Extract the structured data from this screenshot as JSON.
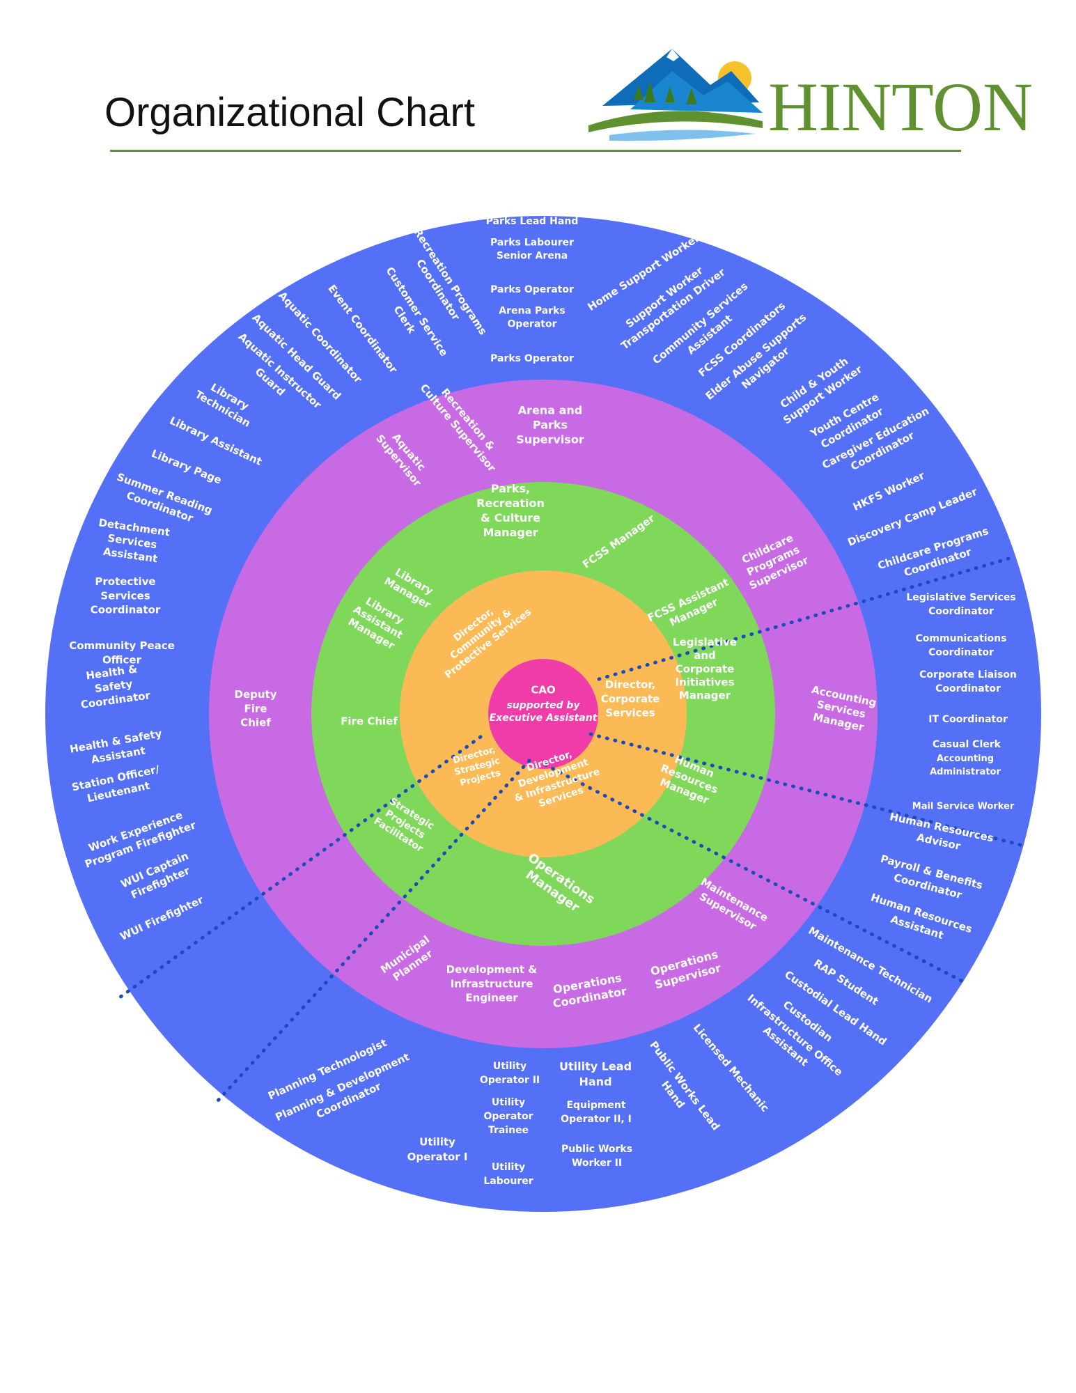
{
  "header": {
    "title": "Organizational Chart",
    "logo_text": "HINTON",
    "accent_color": "#6a8e2c"
  },
  "colors": {
    "outer_ring": "#5470f6",
    "third_ring": "#c86ae3",
    "second_ring": "#7fd85a",
    "first_ring": "#fbba55",
    "center": "#ef3ca9",
    "divider": "#1a4bb8"
  },
  "center": {
    "title": "CAO",
    "subtitle_line1": "supported by",
    "subtitle_line2": "Executive Assistant"
  },
  "directors": {
    "community": [
      "Director,",
      "Community &",
      "Protective Services"
    ],
    "corporate": [
      "Director,",
      "Corporate",
      "Services"
    ],
    "strategic": [
      "Director,",
      "Strategic",
      "Projects"
    ],
    "development": [
      "Director,",
      "Development",
      "& Infrastructure",
      "Services"
    ]
  },
  "managers": {
    "parks": [
      "Parks,",
      "Recreation",
      "& Culture",
      "Manager"
    ],
    "fcss": [
      "FCSS Manager"
    ],
    "fcss_assistant": [
      "FCSS Assistant",
      "Manager"
    ],
    "legislative": [
      "Legislative",
      "and",
      "Corporate",
      "Initiatives",
      "Manager"
    ],
    "hr": [
      "Human",
      "Resources",
      "Manager"
    ],
    "operations": [
      "Operations",
      "Manager"
    ],
    "strategic_facilitator": [
      "Strategic",
      "Projects",
      "Facilitator"
    ],
    "fire_chief": [
      "Fire Chief"
    ],
    "library_assistant": [
      "Library",
      "Assistant",
      "Manager"
    ],
    "library": [
      "Library",
      "Manager"
    ]
  },
  "supervisors": {
    "arena": [
      "Arena and",
      "Parks",
      "Supervisor"
    ],
    "recreation": [
      "Recreation &",
      "Culture Supervisor"
    ],
    "aquatic": [
      "Aquatic",
      "Supervisor"
    ],
    "childcare": [
      "Childcare",
      "Programs",
      "Supervisor"
    ],
    "accounting": [
      "Accounting",
      "Services",
      "Manager"
    ],
    "maintenance": [
      "Maintenance",
      "Supervisor"
    ],
    "ops_supervisor": [
      "Operations",
      "Supervisor"
    ],
    "ops_coordinator": [
      "Operations",
      "Coordinator"
    ],
    "dev_engineer": [
      "Development &",
      "Infrastructure",
      "Engineer"
    ],
    "municipal_planner": [
      "Municipal",
      "Planner"
    ],
    "deputy_fire": [
      "Deputy",
      "Fire",
      "Chief"
    ]
  },
  "staff": {
    "parks_lead": "Parks Lead Hand",
    "parks_labourer": [
      "Parks Labourer",
      "Senior Arena"
    ],
    "parks_operator_1": "Parks Operator",
    "arena_parks_operator": [
      "Arena Parks",
      "Operator"
    ],
    "parks_operator_2": "Parks Operator",
    "rec_programs": [
      "Recreation Programs",
      "Coordinator"
    ],
    "customer_service": [
      "Customer Service",
      "Clerk"
    ],
    "event_coordinator": "Event Coordinator",
    "aquatic_coordinator": "Aquatic Coordinator",
    "aquatic_head_guard": "Aquatic Head Guard",
    "aquatic_instructor": [
      "Aquatic Instructor",
      "Guard"
    ],
    "library_technician": [
      "Library",
      "Technician"
    ],
    "library_assistant": "Library Assistant",
    "library_page": "Library Page",
    "summer_reading": [
      "Summer Reading",
      "Coordinator"
    ],
    "detachment": [
      "Detachment",
      "Services",
      "Assistant"
    ],
    "protective": [
      "Protective",
      "Services",
      "Coordinator"
    ],
    "peace_officer": [
      "Community Peace",
      "Officer"
    ],
    "hs_coordinator": [
      "Health &",
      "Safety",
      "Coordinator"
    ],
    "hs_assistant": [
      "Health & Safety",
      "Assistant"
    ],
    "station_officer": [
      "Station Officer/",
      "Lieutenant"
    ],
    "work_experience": [
      "Work Experience",
      "Program Firefighter"
    ],
    "wui_captain": [
      "WUI Captain",
      "Firefighter"
    ],
    "wui_firefighter": "WUI Firefighter",
    "home_support": "Home Support Worker",
    "support_worker": [
      "Support Worker",
      "Transportation Driver"
    ],
    "community_services": [
      "Community Services",
      "Assistant"
    ],
    "fcss_coordinators": "FCSS Coordinators",
    "elder_abuse": [
      "Elder Abuse Supports",
      "Navigator"
    ],
    "child_youth": [
      "Child & Youth",
      "Support Worker"
    ],
    "youth_centre": [
      "Youth Centre",
      "Coordinator"
    ],
    "caregiver": [
      "Caregiver Education",
      "Coordinator"
    ],
    "hkfs": "HKFS Worker",
    "discovery_camp": "Discovery Camp Leader",
    "childcare_coordinator": [
      "Childcare Programs",
      "Coordinator"
    ],
    "legislative_coordinator": [
      "Legislative Services",
      "Coordinator"
    ],
    "communications": [
      "Communications",
      "Coordinator"
    ],
    "corporate_liaison": [
      "Corporate Liaison",
      "Coordinator"
    ],
    "it_coordinator": "IT Coordinator",
    "casual_clerk": "Casual Clerk",
    "accounting_admin": [
      "Accounting",
      "Administrator"
    ],
    "mail_service": "Mail Service Worker",
    "hr_advisor": [
      "Human Resources",
      "Advisor"
    ],
    "payroll": [
      "Payroll & Benefits",
      "Coordinator"
    ],
    "hr_assistant": [
      "Human Resources",
      "Assistant"
    ],
    "maintenance_tech": "Maintenance Technician",
    "rap_student": "RAP Student",
    "custodial_lead": "Custodial Lead Hand",
    "custodian": "Custodian",
    "infra_office": [
      "Infrastructure Office",
      "Assistant"
    ],
    "licensed_mechanic": "Licensed Mechanic",
    "pw_lead": [
      "Public Works Lead",
      "Hand"
    ],
    "utility_lead": [
      "Utility Lead",
      "Hand"
    ],
    "equipment_operator": [
      "Equipment",
      "Operator II, I"
    ],
    "pw_worker": [
      "Public Works",
      "Worker II"
    ],
    "utility_op2": [
      "Utility",
      "Operator II"
    ],
    "utility_trainee": [
      "Utility",
      "Operator",
      "Trainee"
    ],
    "utility_labourer": [
      "Utility",
      "Labourer"
    ],
    "utility_op1": [
      "Utility",
      "Operator I"
    ],
    "planning_tech": "Planning Technologist",
    "planning_dev": [
      "Planning & Development",
      "Coordinator"
    ]
  }
}
